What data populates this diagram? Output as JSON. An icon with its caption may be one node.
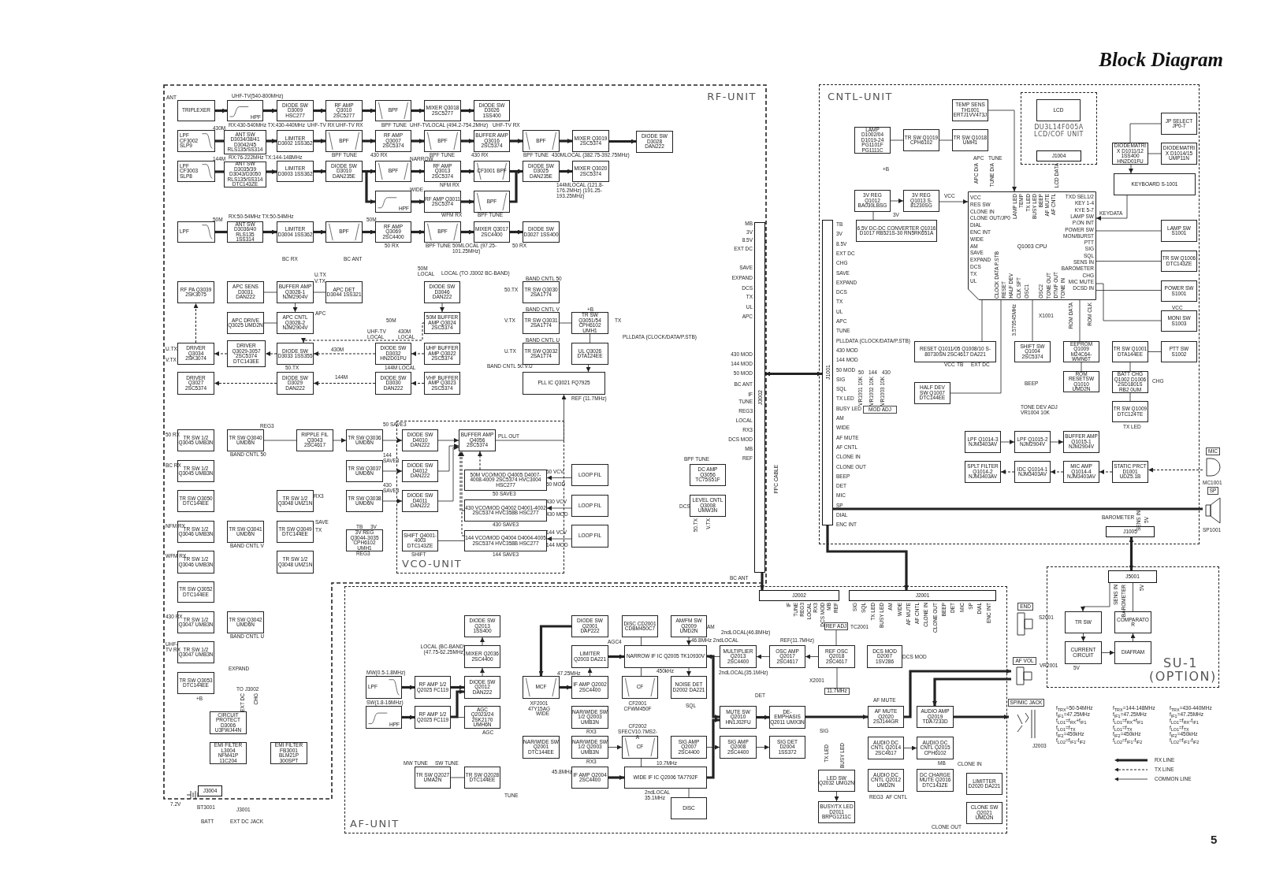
{
  "diagram": {
    "title": "Block Diagram",
    "nodes": [
      {
        "text": [
          "RF-UNIT"
        ]
      },
      {
        "text": [
          "TRIPLEXER"
        ],
        "in": 0
      },
      {
        "text": [
          "HPF"
        ],
        "in": 0
      },
      {
        "text": [
          "DIODE SW D3009 HSC277"
        ],
        "in": 0
      },
      {
        "text": [
          "RF AMP Q3010 2SC5277"
        ],
        "in": 0
      },
      {
        "text": [
          "BPF"
        ],
        "in": 0
      },
      {
        "text": [
          "MIXER Q3018 2SC5277"
        ],
        "in": 0
      },
      {
        "text": [
          "DIODE SW D3026 1SS400"
        ],
        "in": 0
      },
      {
        "text": [
          "LPF CF3002 SLP9"
        ],
        "in": 0
      },
      {
        "text": [
          "ANT SW D3034/38/41 D3042/45 RLS135/SS314"
        ],
        "in": 0
      },
      {
        "text": [
          "LIMITER D3002 1SS362"
        ],
        "in": 0
      },
      {
        "text": [
          "BPF"
        ],
        "in": 0
      },
      {
        "text": [
          "RF AMP Q3007 2SC5374"
        ],
        "in": 0
      },
      {
        "text": [
          "BPF"
        ],
        "in": 0
      },
      {
        "text": [
          "BUFFER AMP Q3016 2SC5374"
        ],
        "in": 0
      },
      {
        "text": [
          "BPF"
        ],
        "in": 0
      },
      {
        "text": [
          "MIXER Q3019 2SC5374"
        ],
        "in": 0
      },
      {
        "text": [
          "DIODE SW D3028 DAN222"
        ],
        "in": 0
      },
      {
        "text": [
          "LPF CF3003 SLP8"
        ],
        "in": 0
      },
      {
        "text": [
          "ANT SW D3035/39 D3043/D3050 RLS135/SS314 DTC143ZE"
        ],
        "in": 0
      },
      {
        "text": [
          "LIMITER D3003 1SS362"
        ],
        "in": 0
      },
      {
        "text": [
          "DIODE SW D3010 DAN235E"
        ],
        "in": 0
      },
      {
        "text": [
          "BPF"
        ],
        "in": 0
      },
      {
        "text": [
          "RF AMP Q3013 2SC5374"
        ],
        "in": 0
      },
      {
        "text": [
          "CF3001 BPF"
        ],
        "in": 0
      },
      {
        "text": [
          "DIODE SW D3025 DAN235E"
        ],
        "in": 0
      },
      {
        "text": [
          "MIXER Q3020 2SC5374"
        ],
        "in": 0
      },
      {
        "text": [
          "HPF"
        ],
        "in": 0
      },
      {
        "text": [
          "RF AMP Q3011 2SC5374"
        ],
        "in": 0
      },
      {
        "text": [
          "BPF"
        ],
        "in": 0
      },
      {
        "text": [
          "LPF"
        ],
        "in": 0
      },
      {
        "text": [
          "ANT SW D3036/40 RLS135 1SS314"
        ],
        "in": 0
      },
      {
        "text": [
          "LIMITER D3004 1SS362"
        ],
        "in": 0
      },
      {
        "text": [
          "BPF"
        ],
        "in": 0
      },
      {
        "text": [
          "RF AMP Q3069 2SC4400"
        ],
        "in": 0
      },
      {
        "text": [
          "BPF"
        ],
        "in": 0
      },
      {
        "text": [
          "MIXER Q3017 2SC4400"
        ],
        "in": 0
      },
      {
        "text": [
          "DIODE SW D3027 1SS400"
        ],
        "in": 0
      },
      {
        "text": [
          "RF PA Q3039 2SK3075"
        ],
        "in": 0
      },
      {
        "text": [
          "APC SENS D3031 DAN222"
        ],
        "in": 0
      },
      {
        "text": [
          "BUFFER AMP Q3028-1 NJM2904V"
        ],
        "in": 0
      },
      {
        "text": [
          "APC DET D3044 1SS321"
        ],
        "in": 0
      },
      {
        "text": [
          "APC DRIVE Q3025 UMD2N"
        ],
        "in": 0
      },
      {
        "text": [
          "APC CNTL Q3028-2 NJM2904V"
        ],
        "in": 0
      },
      {
        "text": [
          "DRIVER Q3034 2SK3074"
        ],
        "in": 0
      },
      {
        "text": [
          "DRIVER Q3029-3057 2SC5374 DTC143EE"
        ],
        "in": 0
      },
      {
        "text": [
          "DIODE SW D3033 1SS355"
        ],
        "in": 0
      },
      {
        "text": [
          "DRIVER Q3027 2SC5374"
        ],
        "in": 0
      },
      {
        "text": [
          "DIODE SW D3029 DAN222"
        ],
        "in": 0
      },
      {
        "text": [
          "DIODE SW D3032 HN2D01FU"
        ],
        "in": 0
      },
      {
        "text": [
          "UHF BUFFER AMP Q3022 2SC5374"
        ],
        "in": 0
      },
      {
        "text": [
          "DIODE SW D3030 DAN222"
        ],
        "in": 0
      },
      {
        "text": [
          "VHF BUFFER AMP Q3023 2SC5374"
        ],
        "in": 0
      },
      {
        "text": [
          "DIODE SW D3046 DAN222"
        ],
        "in": 0
      },
      {
        "text": [
          "50M BUFFER AMP Q3024 2SC5374"
        ],
        "in": 0
      },
      {
        "text": [
          "TR SW Q3030 2SA1774"
        ],
        "in": 0
      },
      {
        "text": [
          "TR SW Q3031 2SA1774"
        ],
        "in": 0
      },
      {
        "text": [
          "TR SW Q3032 2SA1774"
        ],
        "in": 0
      },
      {
        "text": [
          "TR SW Q3051/54 CPH6102 UMH1"
        ],
        "in": 0
      },
      {
        "text": [
          "UL Q3026 DTA124EE"
        ],
        "in": 0
      },
      {
        "text": [
          "PLL IC Q3021 FQ7925"
        ],
        "in": 0
      },
      {
        "text": [
          "TR SW 1/2 Q3045 UMB3N"
        ],
        "in": 0
      },
      {
        "text": [
          "TR SW 1/2 Q3045 UMB3N"
        ],
        "in": 0
      },
      {
        "text": [
          "TR SW Q3050 DTC144EE"
        ],
        "in": 0
      },
      {
        "text": [
          "TR SW 1/2 Q3046 UMB3N"
        ],
        "in": 0
      },
      {
        "text": [
          "TR SW 1/2 Q3046 UMB3N"
        ],
        "in": 0
      },
      {
        "text": [
          "TR SW Q3052 DTC144EE"
        ],
        "in": 0
      },
      {
        "text": [
          "TR SW 1/2 Q3047 UMB3N"
        ],
        "in": 0
      },
      {
        "text": [
          "TR SW 1/2 Q3047 UMB3N"
        ],
        "in": 0
      },
      {
        "text": [
          "TR SW Q3053 DTC144EE"
        ],
        "in": 0
      },
      {
        "text": [
          "TR SW Q3040 UMD6N"
        ],
        "in": 0
      },
      {
        "text": [
          "TR SW Q3041 UMD6N"
        ],
        "in": 0
      },
      {
        "text": [
          "TR SW Q3042 UMD6N"
        ],
        "in": 0
      },
      {
        "text": [
          "RIPPLE FIL Q3043 2SC4617"
        ],
        "in": 0
      },
      {
        "text": [
          "TR SW 1/2 Q3048 UMZ1N"
        ],
        "in": 0
      },
      {
        "text": [
          "TR SW Q3049 DTC144EE"
        ],
        "in": 0
      },
      {
        "text": [
          "TR SW 1/2 Q3048 UMZ1N"
        ],
        "in": 0
      },
      {
        "text": [
          "TR SW Q3036 UMD6N"
        ],
        "in": 0
      },
      {
        "text": [
          "TR SW Q3037 UMD6N"
        ],
        "in": 0
      },
      {
        "text": [
          "TR SW Q3038 UMD6N"
        ],
        "in": 0
      },
      {
        "text": [
          "3V REG Q3044-3035 CPH6102 UMH1"
        ],
        "in": 0
      },
      {
        "text": [
          "VCO-UNIT"
        ],
        "in": 0
      },
      {
        "text": [
          "DIODE SW D4010 DAN222"
        ],
        "in": 81
      },
      {
        "text": [
          "DIODE SW D4012 DAN222"
        ],
        "in": 81
      },
      {
        "text": [
          "DIODE SW D4011 DAN222"
        ],
        "in": 81
      },
      {
        "text": [
          "BUFFER AMP Q4056 2SC5374"
        ],
        "in": 81
      },
      {
        "text": [
          "50M VCO/MOD Q4005 D4007-4008-4009 2SC5374 HVC3004 HSC277"
        ],
        "in": 81
      },
      {
        "text": [
          "430 VCO/MOD Q4002 D4001-4002 2SC5374 HVC358B HSC277"
        ],
        "in": 81
      },
      {
        "text": [
          "144 VCO/MOD Q4004 D4004-4005 2SC5374 HVC358B HSC277"
        ],
        "in": 81
      },
      {
        "text": [
          "SHIFT Q4001-4003 DTC143ZE"
        ],
        "in": 81
      },
      {
        "text": [
          "LOOP FIL"
        ],
        "in": 0
      },
      {
        "text": [
          "LOOP FIL"
        ],
        "in": 0
      },
      {
        "text": [
          "LOOP FIL"
        ],
        "in": 0
      },
      {
        "text": [
          "DC AMP Q3056 TC75S51F"
        ],
        "in": 0
      },
      {
        "text": [
          "LEVEL CNTL Q3008 UMW3N"
        ],
        "in": 0
      },
      {
        "text": [
          "CIRCUIT PROTECT D3006 U3FWJ44N"
        ],
        "in": 0
      },
      {
        "text": [
          "EMI FILTER L3004 NFM41P 11C204"
        ],
        "in": 0
      },
      {
        "text": [
          "EMI FILTER FB3001 BLM21P 300SPT"
        ],
        "in": 0
      },
      {
        "text": [
          "J3004"
        ],
        "in": 0
      },
      {
        "text": [
          "J3002"
        ],
        "in": 0
      },
      {
        "text": [
          "CNTL-UNIT"
        ]
      },
      {
        "text": [
          "J1001"
        ],
        "in": 100
      },
      {
        "text": [
          "Q1003 CPU"
        ],
        "in": 100
      },
      {
        "text": [
          "TEMP SENS TH1001 ERTJ1VV473J"
        ],
        "in": 100
      },
      {
        "text": [
          "DU3L14F005A LCD/COF UNIT"
        ],
        "in": 100
      },
      {
        "text": [
          "LCD"
        ],
        "in": 104
      },
      {
        "text": [
          "J1004"
        ],
        "in": 104
      },
      {
        "text": [
          "LAMP D1002/04 D1019-24 PG1101F PG1111C"
        ],
        "in": 100
      },
      {
        "text": [
          "TR SW Q1019 CPH6102"
        ],
        "in": 100
      },
      {
        "text": [
          "TR SW Q1018 UMH1"
        ],
        "in": 100
      },
      {
        "text": [
          "3V REG Q1012 BA030LBSG"
        ],
        "in": 100
      },
      {
        "text": [
          "3V REG Q1013 S-81230SG"
        ],
        "in": 100
      },
      {
        "text": [
          "6.5V DC-DC CONVERTER Q1016 D1017 RB521S-30 RN5RK651A"
        ],
        "in": 100
      },
      {
        "text": [
          "JP SELECT JP0-7"
        ],
        "in": 100
      },
      {
        "text": [
          "DIODEMATRIX D1011/12 1SS400 HN2D01FU"
        ],
        "in": 100
      },
      {
        "text": [
          "DIODEMATRIX D1014/15 UMP11N"
        ],
        "in": 100
      },
      {
        "text": [
          "KEYBOARD S-1001"
        ],
        "in": 100
      },
      {
        "text": [
          "LAMP SW S1001"
        ],
        "in": 100
      },
      {
        "text": [
          "TR SW Q1006 DTC143ZE"
        ],
        "in": 100
      },
      {
        "text": [
          "POWER SW S1001"
        ],
        "in": 100
      },
      {
        "text": [
          "MONI SW S1003"
        ],
        "in": 100
      },
      {
        "text": [
          "PTT SW S1002"
        ],
        "in": 100
      },
      {
        "text": [
          "TR SW Q1001 DTA144EE"
        ],
        "in": 100
      },
      {
        "text": [
          "BATT CHG Q1002 D1006 2SD1801S RB2 0UM"
        ],
        "in": 100
      },
      {
        "text": [
          "TR SW Q1009 DTC124TE"
        ],
        "in": 100
      },
      {
        "text": [
          "RESET Q1011/05 Q1008/10 S-80730SN 2SC4617 DA221"
        ],
        "in": 100
      },
      {
        "text": [
          "SHIFT SW Q1004 2SC5374"
        ],
        "in": 100
      },
      {
        "text": [
          "EEPROM Q1009 M24C64-WMN6T"
        ],
        "in": 100
      },
      {
        "text": [
          "ROM RESETSW Q1010 UMD2N"
        ],
        "in": 100
      },
      {
        "text": [
          "HALF DEV SW Q1007 DTC144EE"
        ],
        "in": 100
      },
      {
        "text": [
          "LPF Q1014-3 NJM3403AV"
        ],
        "in": 100
      },
      {
        "text": [
          "LPF Q1015-2 NJM2904V"
        ],
        "in": 100
      },
      {
        "text": [
          "BUFFER AMP Q1015-1 NJM2904V"
        ],
        "in": 100
      },
      {
        "text": [
          "SPLT FILTER Q1014-2 NJM3403AV"
        ],
        "in": 100
      },
      {
        "text": [
          "IDC Q1014-1 NJM3403AV"
        ],
        "in": 100
      },
      {
        "text": [
          "MIC AMP Q1014-4 NJM3403AV"
        ],
        "in": 100
      },
      {
        "text": [
          "STATIC PRCT D1001 UDZ5.1B"
        ],
        "in": 100
      },
      {
        "text": [
          "MIC"
        ],
        "beside": [
          "MC1001"
        ]
      },
      {
        "text": [
          "SP"
        ],
        "beside": [
          "SP1001"
        ]
      },
      {
        "text": [
          "J1005"
        ],
        "in": 100
      },
      {
        "text": [
          "SU-1 (OPTION)"
        ]
      },
      {
        "text": [
          "J5001"
        ],
        "in": 140
      },
      {
        "text": [
          "TR SW"
        ],
        "in": 140
      },
      {
        "text": [
          "COMPARATOR"
        ],
        "in": 140
      },
      {
        "text": [
          "CURRENT CIRCUIT"
        ],
        "in": 140
      },
      {
        "text": [
          "DIAFRAM"
        ],
        "in": 140
      },
      {
        "text": [
          "AF-UNIT"
        ]
      },
      {
        "text": [
          "J2002"
        ],
        "in": 146
      },
      {
        "text": [
          "J2001"
        ],
        "in": 146
      },
      {
        "text": [
          "DIODE SW Q2013 1SS400"
        ],
        "in": 146
      },
      {
        "text": [
          "MIXER Q2036 2SC4400"
        ],
        "in": 146
      },
      {
        "text": [
          "DIODE SW Q2012 DAN222"
        ],
        "in": 146
      },
      {
        "text": [
          "AGC Q2023/24 2SK2170 UMH6N"
        ],
        "in": 146
      },
      {
        "text": [
          "LPF"
        ],
        "in": 146,
        "beside": [
          "MW(0.5-1.8MHz)"
        ]
      },
      {
        "text": [
          "HPF"
        ],
        "in": 146,
        "beside": [
          "SW(1.8-16MHz)"
        ]
      },
      {
        "text": [
          "RF AMP 1/2 Q2025 FC119"
        ],
        "in": 146
      },
      {
        "text": [
          "RF AMP 1/2 Q2025 FC119"
        ],
        "in": 146
      },
      {
        "text": [
          "TR SW Q2027 UMA2N"
        ],
        "in": 146
      },
      {
        "text": [
          "TR SW Q2028 DTC144EE"
        ],
        "in": 146
      },
      {
        "text": [
          "DIODE SW Q2001 DAP222"
        ],
        "in": 146
      },
      {
        "text": [
          "LIMITER Q2003 DA221"
        ],
        "in": 146
      },
      {
        "text": [
          "IF AMP Q2002 2SC4400"
        ],
        "in": 146
      },
      {
        "text": [
          "NAR/WIDE SW 1/2 Q2003 UMB3N"
        ],
        "in": 146
      },
      {
        "text": [
          "NAR/WIDE SW 1/2 Q2003 UMB3N"
        ],
        "in": 146
      },
      {
        "text": [
          "IF AMP Q2004 2SC4400"
        ],
        "in": 146
      },
      {
        "text": [
          "MCF"
        ],
        "in": 146,
        "beside": [
          "XF2001 47Y15AG"
        ]
      },
      {
        "text": [
          "NAR/WIDE SW Q2001 DTC144EE"
        ],
        "in": 146
      },
      {
        "text": [
          "DISC CD2001 CDBM450C7"
        ],
        "in": 146
      },
      {
        "text": [
          "CF"
        ],
        "in": 146,
        "beside": [
          "CF2001 CFWM450F"
        ]
      },
      {
        "text": [
          "CF"
        ],
        "in": 146,
        "beside": [
          "CF2002 SFECV10.7MS2-A"
        ]
      },
      {
        "text": [
          "NARROW IF IC Q2005 TK10930V"
        ],
        "in": 146
      },
      {
        "text": [
          "WIDE IF IC Q2006 TA7792F"
        ],
        "in": 146
      },
      {
        "text": [
          "DISC"
        ],
        "in": 146
      },
      {
        "text": [
          "AM/FM SW Q2009 UMD2N"
        ],
        "in": 146
      },
      {
        "text": [
          "NOISE DET D2002 DA221"
        ],
        "in": 146
      },
      {
        "text": [
          "SIG AMP Q2007 2SC4400"
        ],
        "in": 146
      },
      {
        "text": [
          "MULTIPLIER Q2013 2SC4400"
        ],
        "in": 146
      },
      {
        "text": [
          "MUTE SW Q2010 HN1J02FU"
        ],
        "in": 146
      },
      {
        "text": [
          "SIG AMP Q2008 2SC4400"
        ],
        "in": 146
      },
      {
        "text": [
          "OSC AMP Q2017 2SC4617"
        ],
        "in": 146
      },
      {
        "text": [
          "DE-EMPHASIS Q2011 UMX3N"
        ],
        "in": 146
      },
      {
        "text": [
          "SIG DET D2004 1SS372"
        ],
        "in": 146
      },
      {
        "text": [
          "REF OSC Q2018 2SC4617"
        ],
        "in": 146
      },
      {
        "text": [
          "REF ADJ"
        ],
        "in": 146,
        "beside": [
          "TC2001"
        ]
      },
      {
        "text": [
          "11.7MHz"
        ],
        "in": 146,
        "beside": [
          "X2001"
        ]
      },
      {
        "text": [
          "DCS MOD D2007 1SV286"
        ],
        "in": 146
      },
      {
        "text": [
          "LED SW Q2032 UMG2N"
        ],
        "in": 146
      },
      {
        "text": [
          "BUSY/TX LED D2011 BRPG1211C"
        ],
        "in": 146
      },
      {
        "text": [
          "AF MUTE Q2020 2SJ144GR"
        ],
        "in": 146
      },
      {
        "text": [
          "AUDIO AMP Q2019 TDA7233D"
        ],
        "in": 146
      },
      {
        "text": [
          "AUDIO DC CNTL Q2014 2SC4617"
        ],
        "in": 146
      },
      {
        "text": [
          "AUDIO DC CNTL Q2015 CPH6102"
        ],
        "in": 146
      },
      {
        "text": [
          "AUDIO DC CNTL Q2012 UMD2N"
        ],
        "in": 146
      },
      {
        "text": [
          "DC CHARGE MUTE Q2016 DTC143ZE"
        ],
        "in": 146
      },
      {
        "text": [
          "LIMITTER D2020 DA221"
        ],
        "in": 146
      },
      {
        "text": [
          "CLONE SW Q2021 UMD2N"
        ],
        "in": 146
      },
      {
        "text": [
          "END"
        ],
        "beside": [
          "S2001"
        ]
      },
      {
        "text": [
          "AF VOL"
        ],
        "beside": [
          "VR2001"
        ]
      },
      {
        "text": [
          "SP/MIC JACK"
        ],
        "beside": [
          "J2003"
        ]
      },
      {
        "text": [
          "MOD ADJ"
        ],
        "in": 100
      }
    ],
    "edges": [
      {
        "from": 1,
        "to": 2,
        "arrow": "to",
        "style": "thick"
      },
      {
        "from": 2,
        "to": 3,
        "arrow": "to",
        "style": "thick"
      },
      {
        "from": 3,
        "to": 4,
        "arrow": "to",
        "style": "thick"
      },
      {
        "from": 4,
        "to": 5,
        "arrow": "to",
        "style": "thick"
      },
      {
        "from": 5,
        "to": 6,
        "arrow": "to",
        "style": "thick"
      },
      {
        "from": 6,
        "to": 7,
        "arrow": "to",
        "style": "thick"
      },
      {
        "from": 8,
        "to": 9,
        "arrow": "none",
        "style": "thick"
      },
      {
        "from": 9,
        "to": 10,
        "arrow": "to",
        "style": "thick"
      },
      {
        "from": 10,
        "to": 11,
        "arrow": "to",
        "style": "thick"
      },
      {
        "from": 11,
        "to": 12,
        "arrow": "to",
        "style": "thick"
      },
      {
        "from": 12,
        "to": 13,
        "arrow": "to",
        "style": "thick"
      },
      {
        "from": 13,
        "to": 14,
        "arrow": "to",
        "style": "thick"
      },
      {
        "from": 14,
        "to": 15,
        "arrow": "to",
        "style": "thick"
      },
      {
        "from": 15,
        "to": 16,
        "arrow": "to",
        "style": "thick"
      },
      {
        "from": 16,
        "to": 17,
        "arrow": "to",
        "style": "thick"
      },
      {
        "from": 18,
        "to": 19,
        "arrow": "none",
        "style": "thick"
      },
      {
        "from": 19,
        "to": 20,
        "arrow": "to",
        "style": "thick"
      },
      {
        "from": 20,
        "to": 21,
        "arrow": "to",
        "style": "thick"
      },
      {
        "from": 21,
        "to": 22,
        "arrow": "to",
        "style": "thick"
      },
      {
        "from": 22,
        "to": 23,
        "arrow": "to",
        "style": "thick"
      },
      {
        "from": 23,
        "to": 24,
        "arrow": "to",
        "style": "thick"
      },
      {
        "from": 24,
        "to": 25,
        "arrow": "to",
        "style": "thick"
      },
      {
        "from": 25,
        "to": 26,
        "arrow": "to",
        "style": "thick"
      },
      {
        "from": 21,
        "to": 27,
        "arrow": "to",
        "style": "thick"
      },
      {
        "from": 27,
        "to": 28,
        "arrow": "to",
        "style": "thick"
      },
      {
        "from": 28,
        "to": 29,
        "arrow": "to",
        "style": "thick"
      },
      {
        "from": 29,
        "to": 25,
        "arrow": "to",
        "style": "thick"
      },
      {
        "from": 30,
        "to": 31,
        "arrow": "none",
        "style": "thick"
      },
      {
        "from": 31,
        "to": 32,
        "arrow": "to",
        "style": "thick"
      },
      {
        "from": 32,
        "to": 33,
        "arrow": "to",
        "style": "thick"
      },
      {
        "from": 33,
        "to": 34,
        "arrow": "to",
        "style": "thick"
      },
      {
        "from": 34,
        "to": 35,
        "arrow": "to",
        "style": "thick"
      },
      {
        "from": 35,
        "to": 36,
        "arrow": "to",
        "style": "thick"
      },
      {
        "from": 36,
        "to": 37,
        "arrow": "to",
        "style": "thick"
      },
      {
        "from": 44,
        "to": 38,
        "arrow": "to",
        "style": "dashed"
      },
      {
        "from": 45,
        "to": 44,
        "arrow": "to",
        "style": "dashed"
      },
      {
        "from": 46,
        "to": 45,
        "arrow": "to",
        "style": "dashed"
      },
      {
        "from": 48,
        "to": 47,
        "arrow": "to",
        "style": "dashed"
      },
      {
        "from": 51,
        "to": 48,
        "arrow": "to",
        "style": "dashed"
      },
      {
        "from": 49,
        "to": 46,
        "arrow": "to",
        "style": "dashed"
      },
      {
        "from": 50,
        "to": 49,
        "arrow": "to",
        "style": "dashed"
      },
      {
        "from": 52,
        "to": 51,
        "arrow": "to",
        "style": "dashed"
      },
      {
        "from": 54,
        "to": 46,
        "arrow": "to",
        "style": "dashed"
      },
      {
        "from": 40,
        "to": 39,
        "arrow": "none"
      },
      {
        "from": 41,
        "to": 40,
        "arrow": "none"
      },
      {
        "from": 40,
        "to": 43,
        "arrow": "to"
      },
      {
        "from": 42,
        "to": 43,
        "arrow": "none"
      },
      {
        "from": 53,
        "to": 54,
        "arrow": "to"
      },
      {
        "from": 56,
        "to": 58,
        "arrow": "none"
      },
      {
        "from": 58,
        "to": 59,
        "arrow": "none"
      },
      {
        "from": 59,
        "to": 60,
        "arrow": "to"
      },
      {
        "from": 85,
        "to": 60,
        "arrow": "to"
      },
      {
        "from": 82,
        "to": 85,
        "arrow": "to"
      },
      {
        "from": 83,
        "to": 85,
        "arrow": "to"
      },
      {
        "from": 84,
        "to": 85,
        "arrow": "to"
      },
      {
        "from": 77,
        "to": 82,
        "arrow": "to"
      },
      {
        "from": 78,
        "to": 83,
        "arrow": "to"
      },
      {
        "from": 79,
        "to": 84,
        "arrow": "to"
      },
      {
        "from": 73,
        "to": 77,
        "arrow": "to"
      },
      {
        "from": 70,
        "to": 73,
        "arrow": "none"
      },
      {
        "from": 86,
        "to": 85,
        "arrow": "to",
        "style": "dashed"
      },
      {
        "from": 87,
        "to": 85,
        "arrow": "to",
        "style": "dashed"
      },
      {
        "from": 88,
        "to": 85,
        "arrow": "to",
        "style": "dashed"
      },
      {
        "from": 90,
        "to": 86,
        "arrow": "to"
      },
      {
        "from": 91,
        "to": 87,
        "arrow": "to"
      },
      {
        "from": 92,
        "to": 88,
        "arrow": "to"
      },
      {
        "from": 89,
        "to": 88,
        "arrow": "none"
      },
      {
        "from": 107,
        "to": 108,
        "arrow": "none"
      },
      {
        "from": 108,
        "to": 109,
        "arrow": "none"
      },
      {
        "from": 103,
        "to": 102,
        "arrow": "to"
      },
      {
        "from": 110,
        "to": 111,
        "arrow": "to"
      },
      {
        "from": 111,
        "to": 102,
        "arrow": "to"
      },
      {
        "from": 110,
        "to": 112,
        "arrow": "none"
      },
      {
        "from": 113,
        "to": 114,
        "arrow": "none"
      },
      {
        "from": 115,
        "to": 114,
        "arrow": "none"
      },
      {
        "from": 114,
        "to": 116,
        "arrow": "to"
      },
      {
        "from": 116,
        "to": 102,
        "arrow": "to"
      },
      {
        "from": 117,
        "to": 102,
        "arrow": "none"
      },
      {
        "from": 118,
        "to": 102,
        "arrow": "none"
      },
      {
        "from": 119,
        "to": 102,
        "arrow": "none"
      },
      {
        "from": 120,
        "to": 102,
        "arrow": "none"
      },
      {
        "from": 121,
        "to": 122,
        "arrow": "none"
      },
      {
        "from": 123,
        "to": 122,
        "arrow": "none"
      },
      {
        "from": 124,
        "to": 123,
        "arrow": "none"
      },
      {
        "from": 125,
        "to": 102,
        "arrow": "none"
      },
      {
        "from": 126,
        "to": 102,
        "arrow": "none"
      },
      {
        "from": 127,
        "to": 102,
        "arrow": "none"
      },
      {
        "from": 127,
        "to": 128,
        "arrow": "none"
      },
      {
        "from": 129,
        "to": 102,
        "arrow": "none"
      },
      {
        "from": 130,
        "to": 131,
        "arrow": "to"
      },
      {
        "from": 131,
        "to": 132,
        "arrow": "to"
      },
      {
        "from": 136,
        "to": 135,
        "arrow": "to",
        "style": "dashed"
      },
      {
        "from": 135,
        "to": 134,
        "arrow": "to",
        "style": "dashed"
      },
      {
        "from": 134,
        "to": 133,
        "arrow": "to",
        "style": "dashed"
      },
      {
        "from": 137,
        "to": 136,
        "arrow": "to",
        "style": "dashed"
      },
      {
        "from": 101,
        "to": 138,
        "arrow": "none",
        "style": "thick"
      },
      {
        "from": 99,
        "to": 101,
        "arrow": "both",
        "style": "thick"
      },
      {
        "from": 139,
        "to": 141,
        "arrow": "both",
        "style": "thick"
      },
      {
        "from": 99,
        "to": 147,
        "arrow": "to",
        "style": "thick"
      },
      {
        "from": 101,
        "to": 148,
        "arrow": "to",
        "style": "thick"
      },
      {
        "from": 141,
        "to": 142,
        "arrow": "to"
      },
      {
        "from": 141,
        "to": 143,
        "arrow": "none"
      },
      {
        "from": 142,
        "to": 144,
        "arrow": "to"
      },
      {
        "from": 144,
        "to": 145,
        "arrow": "to"
      },
      {
        "from": 145,
        "to": 143,
        "arrow": "to"
      },
      {
        "from": 153,
        "to": 155,
        "arrow": "to",
        "style": "thick"
      },
      {
        "from": 154,
        "to": 156,
        "arrow": "to",
        "style": "thick"
      },
      {
        "from": 155,
        "to": 151,
        "arrow": "to",
        "style": "thick"
      },
      {
        "from": 156,
        "to": 151,
        "arrow": "to",
        "style": "thick"
      },
      {
        "from": 151,
        "to": 150,
        "arrow": "to"
      },
      {
        "from": 150,
        "to": 149,
        "arrow": "to"
      },
      {
        "from": 152,
        "to": 156,
        "arrow": "none"
      },
      {
        "from": 158,
        "to": 157,
        "arrow": "none"
      },
      {
        "from": 159,
        "to": 165,
        "arrow": "to",
        "style": "thick"
      },
      {
        "from": 165,
        "to": 161,
        "arrow": "to",
        "style": "thick"
      },
      {
        "from": 161,
        "to": 160,
        "arrow": "to"
      },
      {
        "from": 160,
        "to": 170,
        "arrow": "to",
        "style": "thick"
      },
      {
        "from": 170,
        "to": 177,
        "arrow": "to",
        "style": "thick"
      },
      {
        "from": 164,
        "to": 171,
        "arrow": "to",
        "style": "thick"
      },
      {
        "from": 171,
        "to": 177,
        "arrow": "to",
        "style": "thick"
      },
      {
        "from": 177,
        "to": 180,
        "arrow": "to",
        "style": "thick"
      },
      {
        "from": 180,
        "to": 188,
        "arrow": "to",
        "style": "thick"
      },
      {
        "from": 188,
        "to": 197,
        "arrow": "to",
        "style": "thick"
      },
      {
        "from": 197,
        "to": 189,
        "arrow": "to",
        "style": "thick"
      },
      {
        "from": 189,
        "to": 198,
        "arrow": "to",
        "style": "thick"
      },
      {
        "from": 182,
        "to": 179,
        "arrow": "to"
      },
      {
        "from": 179,
        "to": 176,
        "arrow": "to"
      },
      {
        "from": 176,
        "to": 170,
        "arrow": "to"
      },
      {
        "from": 173,
        "to": 170,
        "arrow": "to"
      },
      {
        "from": 170,
        "to": 174,
        "arrow": "to"
      },
      {
        "from": 167,
        "to": 170,
        "arrow": "none"
      },
      {
        "from": 168,
        "to": 170,
        "arrow": "none"
      },
      {
        "from": 169,
        "to": 171,
        "arrow": "none"
      },
      {
        "from": 172,
        "to": 171,
        "arrow": "none"
      },
      {
        "from": 175,
        "to": 178,
        "arrow": "to"
      },
      {
        "from": 178,
        "to": 181,
        "arrow": "to"
      },
      {
        "from": 163,
        "to": 169,
        "arrow": "to"
      },
      {
        "from": 186,
        "to": 187,
        "arrow": "to"
      },
      {
        "from": 190,
        "to": 191,
        "arrow": "to"
      },
      {
        "from": 183,
        "to": 182,
        "arrow": "none"
      },
      {
        "from": 184,
        "to": 182,
        "arrow": "none"
      }
    ],
    "labels": [
      "ANT",
      "UHF-TV(540-800MHz)",
      "430M",
      "RX:430-540MHz TX:430-440MHz",
      "144M",
      "RX:76-222MHz TX:144-148MHz",
      "50M",
      "RX:50-54MHz TX:50-54MHz",
      "UHF-TV RX",
      "UHF-TV RX",
      "BPF TUNE",
      "UHF-TVLOCAL (494.2-754.2MHz)",
      "UHF-TV RX",
      "BPF TUNE",
      "430 RX",
      "BPF TUNE",
      "430 RX",
      "BPF TUNE",
      "430MLOCAL (382.75-392.75MHz)",
      "NARROW",
      "NFM RX",
      "WIDE",
      "WFM RX",
      "BPF TUNE",
      "144MLOCAL (121.8-176.2MHz) (191.25-193.25MHz)",
      "50M",
      "50 RX",
      "BPF TUNE",
      "50MLOCAL (97.25-101.25MHz)",
      "50 RX",
      "BC RX",
      "BC ANT",
      "U.TX",
      "50M LOCAL",
      "LOCAL (TO J3002 BC-BAND)",
      "V.TX",
      "APC",
      "50M",
      "430M",
      "144M",
      "50.TX",
      "UHF-TV LOCAL",
      "430M LOCAL",
      "144M LOCAL",
      "U.TX",
      "V.TX",
      "BAND CNTL 50",
      "50.TX",
      "BAND CNTL V",
      "V.TX",
      "BAND CNTL U",
      "U.TX",
      "+B",
      "TX",
      "BAND CNTL 50.V.U",
      "PLLDATA (CLOCK/DATA/P.STB)",
      "REF (11.7MHz)",
      "50 SAVE3",
      "144 SAVE3",
      "430 SAVE3",
      "PLL OUT",
      "50 VCV",
      "50 MOD",
      "50 SAVE3",
      "430 VCV",
      "430 MOD",
      "430 SAVE3",
      "144 VCV",
      "144 MOD",
      "SHIFT",
      "144 SAVE3",
      "50 RX",
      "BC RX",
      "NFM RX",
      "WFM RX",
      "430 RX",
      "UHF-TV RX",
      "BAND CNTL 50",
      "BAND CNTL V",
      "BAND CNTL U",
      "REG3",
      "RX3",
      "SAVE",
      "TX",
      "EXPAND",
      "TO J3002",
      "+B",
      "EXT DC",
      "CHG",
      "7.2V",
      "BT3001",
      "BATT",
      "J3001",
      "EXT DC JACK",
      "TB",
      "3V",
      "REG3",
      "BPF TUNE",
      "DCS",
      "50.TX",
      "V.TX",
      "FPC CABLE",
      "MB",
      "3V",
      "8.5V",
      "EXT DC",
      "SAVE",
      "EXPAND",
      "DCS",
      "TX",
      "UL",
      "APC",
      "430 MOD",
      "144 MOD",
      "50 MOD",
      "BC ANT",
      "IF",
      "TUNE",
      "REG3",
      "LOCAL",
      "RX3",
      "DCS MOD",
      "MB",
      "REF",
      "+B",
      "3V",
      "VCC",
      "APC",
      "TUNE",
      "APC D/A",
      "TUNE D/A",
      "LCD DATA",
      "KEYDATA",
      "VCC",
      "TB",
      "EXT DC",
      "50",
      "144",
      "430",
      "VR1001 10K",
      "VR1002 10K",
      "VR1003 10K",
      "BEEP",
      "TONE DEV ADJ VR1004 10K",
      "X1001",
      "3.579545MHz",
      "ROM DATA",
      "ROM CLK",
      "CHG",
      "TX LED",
      "VCC",
      "BAROMETER",
      "SENS IN",
      "5V",
      "TB",
      "3V",
      "8.5V",
      "EXT DC",
      "CHG",
      "SAVE",
      "EXPAND",
      "DCS",
      "TX",
      "UL",
      "APC",
      "TUNE",
      "PLLDATA (CLOCK/DATA/P.STB)",
      "430 MOD",
      "144 MOD",
      "50 MOD",
      "SIG",
      "SQL",
      "TX LED",
      "BUSY LED",
      "AM",
      "WIDE",
      "AF MUTE",
      "AF CNTL",
      "CLONE IN",
      "CLONE OUT",
      "BEEP",
      "DET",
      "MIC",
      "SP",
      "DIAL",
      "ENC INT",
      "VCC",
      "RES SW",
      "CLONE IN",
      "CLONE OUT/JP0",
      "DIAL",
      "ENC INT",
      "WIDE",
      "AM",
      "SAVE",
      "EXPAND",
      "DCS",
      "TX",
      "UL",
      "TXD SEL1/2",
      "KEY 1-4",
      "KYE 5-7",
      "LAMP SW",
      "P.ON INT",
      "POWER SW",
      "MON/BURST",
      "PTT",
      "SIG",
      "SQL",
      "SENS IN",
      "BAROMETER",
      "CHG",
      "MIC MUTE",
      "DCSD IN",
      "LAMP LED",
      "TEMP",
      "TX LED",
      "BUSY LED",
      "BEEP",
      "AF MUTE",
      "AF CNTL",
      "CLOCK DATA P.STB",
      "RESET",
      "HALF DEV",
      "CLK SFT",
      "OSC1",
      "OSC2",
      "TONE OUT",
      "DTMF OUT",
      "TONE IN",
      "BC ANT",
      "IF",
      "TUNE",
      "REG3",
      "LOCAL",
      "RX3",
      "DCS MOD",
      "MB",
      "REF",
      "SIG",
      "SQL",
      "TX LED",
      "BUSY LED",
      "AM",
      "WIDE",
      "AF MUTE",
      "AF CNTL",
      "CLONE IN",
      "CLONE OUT",
      "BEEP",
      "DET",
      "MIC",
      "SP",
      "DIAL",
      "ENC INT",
      "LOCAL (BC-BAND) (47.75-62.25MHz)",
      "AGC",
      "MW TUNE",
      "SW TUNE",
      "TUNE",
      "WIDE",
      "RX3",
      "RX3",
      "47.25MHz",
      "45.8MHz",
      "AGC4",
      "46.8MHz 2ndLOCAL",
      "450kHz",
      "10.7MHz",
      "2ndLOCAL 35.1MHz",
      "SQL",
      "AM",
      "2ndLOCAL(46.8MHz)",
      "REF(11.7MHz)",
      "2ndLOCAL(35.1MHz)",
      "DET",
      "SIG",
      "AF MUTE",
      "TX LED",
      "BUSY LED",
      "REG3",
      "AF CNTL",
      "MB",
      "CLONE IN",
      "CLONE OUT",
      "DCS MOD",
      "SENS IN",
      "BAROMETER",
      "5V",
      "5V",
      "f$_{TRX}$=50-54MHz",
      "f$_{TRX}$=144-148MHz",
      "f$_{TRX}$=430-440MHz",
      "f$_{IF1}$=47.25MHz",
      "f$_{IF1}$=47.25MHz",
      "f$_{IF1}$=47.25MHz",
      "f$_{LO1}$=f$_{RX}$+f$_{IF1}$",
      "f$_{LO1}$=f$_{RX}$+f$_{IF1}$",
      "f$_{LO1}$=f$_{RX}$-f$_{IF1}$",
      "f$_{LO1}$=f$_{TX}$",
      "f$_{LO1}$=f$_{TX}$",
      "f$_{LO1}$=f$_{TX}$",
      "f$_{IF2}$=450kHz",
      "f$_{IF2}$=450kHz",
      "f$_{IF2}$=450kHz",
      "f$_{LO2}$=f$_{IF1}$-f$_{IF2}$",
      "f$_{LO2}$=f$_{IF1}$-f$_{IF2}$",
      "f$_{LO2}$=f$_{IF1}$-f$_{IF2}$",
      "5"
    ],
    "legend": [
      {
        "text": "RX LINE"
      },
      {
        "text": "TX LINE"
      },
      {
        "text": "COMMON LINE"
      }
    ]
  }
}
